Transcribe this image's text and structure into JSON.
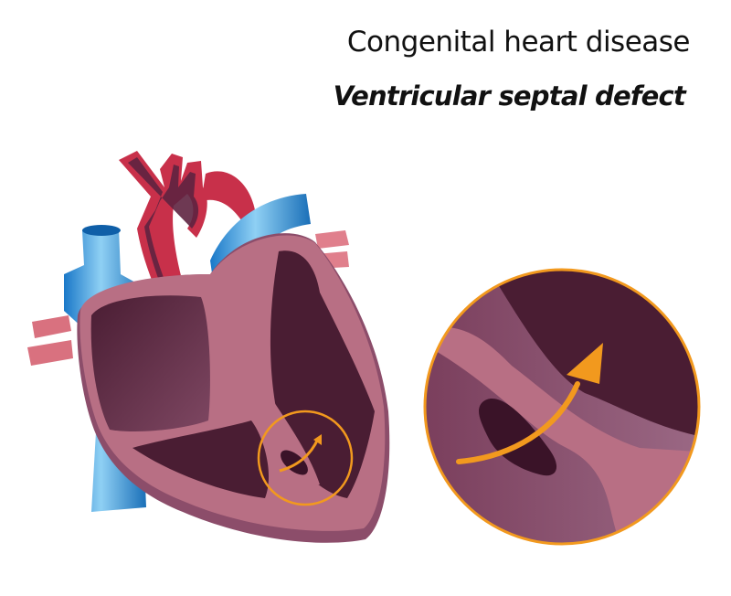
{
  "header": {
    "title": "Congenital heart disease",
    "subtitle": "Ventricular septal defect"
  },
  "illustration": {
    "subject": "heart cross-section",
    "callout": "magnified view of septal defect",
    "colors": {
      "myocardium": "#b86f84",
      "myocardium_dark": "#8c4d6a",
      "chamber_dark": "#4a1d33",
      "chamber_mid": "#6e3a56",
      "vein_blue": "#1e86d4",
      "vein_light": "#7cc6f0",
      "artery_red": "#c8304a",
      "artery_light": "#e98a98",
      "highlight_orange": "#f2991e"
    }
  }
}
